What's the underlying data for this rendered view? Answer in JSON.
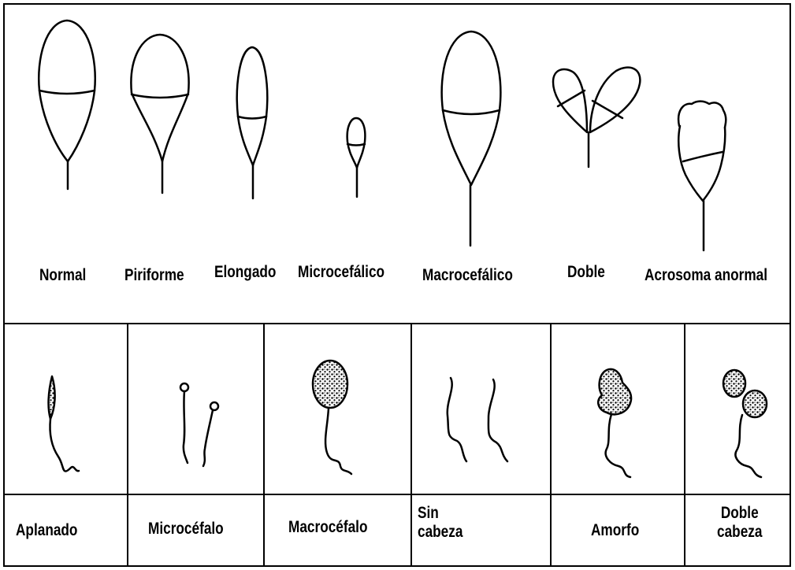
{
  "top_row": {
    "labels": [
      "Normal",
      "Piriforme",
      "Elongado",
      "Microcefálico",
      "Macrocefálico",
      "Doble",
      "Acrosoma anormal"
    ]
  },
  "bottom_row": {
    "labels": [
      "Aplanado",
      "Microcéfalo",
      "Macrocéfalo",
      "Sin cabeza",
      "Amorfo",
      "Doble cabeza"
    ]
  },
  "colors": {
    "ink": "#000000",
    "background": "#ffffff"
  }
}
